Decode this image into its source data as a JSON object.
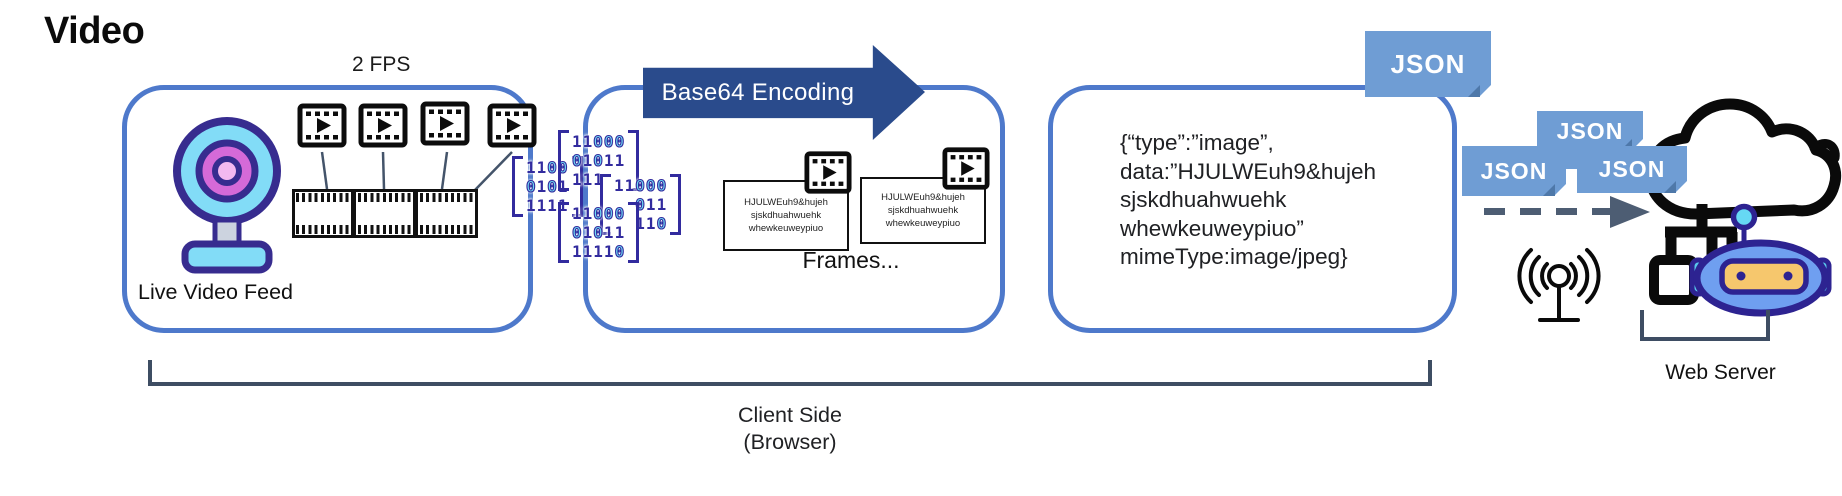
{
  "title": "Video",
  "pipeline": {
    "fps_label": "2 FPS",
    "live_box": {
      "label": "Live Video Feed"
    },
    "encode_box": {
      "arrow_label": "Base64 Encoding",
      "frame_cards": [
        {
          "text": "HJULWEuh9&hujeh\nsjskdhuahwuehk\nwhewkeuweypiuo"
        },
        {
          "text": "HJULWEuh9&hujeh\nsjskdhuahwuehk\nwhewkeuweypiuo"
        }
      ],
      "caption": "Frames..."
    },
    "payload_box": {
      "json_text": "{“type”:”image”,\ndata:”HJULWEuh9&hujeh\nsjskdhuahwuehk\nwhewkeuweypiuo”\nmimeType:image/jpeg}"
    },
    "json_tags": [
      "JSON",
      "JSON",
      "JSON",
      "JSON"
    ],
    "binary_clusters": [
      {
        "rows": [
          "1100",
          "0101",
          "1111"
        ]
      },
      {
        "rows": [
          "11000",
          "01011",
          "111"
        ]
      },
      {
        "rows": [
          "11000",
          "011",
          "110"
        ]
      },
      {
        "rows": [
          "11000",
          "01011",
          "11110"
        ]
      }
    ],
    "client_bracket": {
      "label": "Client Side\n(Browser)"
    },
    "server": {
      "label": "Web Server"
    }
  },
  "icons": {
    "webcam": "webcam-icon",
    "video_frame": "film-frame-icon",
    "film_strip": "film-strip-icon",
    "antenna": "antenna-icon",
    "cloud_server": "cloud-server-icon",
    "robot": "robot-icon"
  },
  "colors": {
    "box_border": "#4e79cb",
    "arrow_navy": "#2a4b8c",
    "json_label_blue": "#6f9dd4",
    "binary_indigo": "#322b9e",
    "binary_cyan": "#6fd9f4",
    "bracket_slate": "#3e4d63",
    "webcam_blue": "#82dcf7",
    "webcam_magenta": "#d56ad8",
    "robot_blue": "#6f9ff0",
    "visor_yellow": "#f6c76d"
  }
}
